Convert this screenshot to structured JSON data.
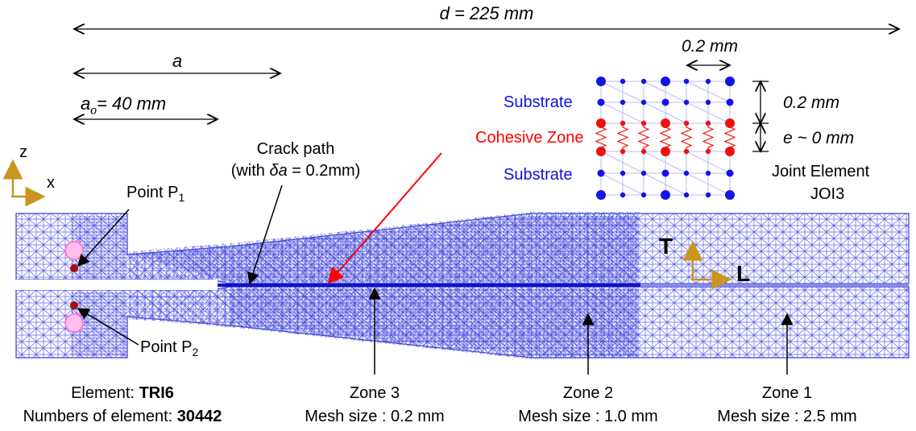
{
  "dims": {
    "d": "d = 225 mm",
    "a": "a",
    "ao_sym": "a",
    "ao_sub": "o",
    "ao_val": "= 40 mm",
    "mesh_w": "0.2 mm",
    "mesh_h": "0.2 mm",
    "e": "e ~ 0 mm"
  },
  "inset": {
    "substrate_top": "Substrate",
    "cohesive": "Cohesive Zone",
    "substrate_bottom": "Substrate",
    "joint_line1": "Joint  Element",
    "joint_line2": "JOI3"
  },
  "axes": {
    "z": "z",
    "x": "x",
    "T": "T",
    "L": "L"
  },
  "labels": {
    "point1": "Point P",
    "point1_sub": "1",
    "point2": "Point P",
    "point2_sub": "2",
    "crack_line1": "Crack path",
    "crack_line2a": "(with ",
    "crack_delta": "δa",
    "crack_line2b": " = 0.2mm)"
  },
  "element_info": {
    "element_label": "Element: ",
    "element_value": "TRI6",
    "number_label": "Numbers of element: ",
    "number_value": "30442"
  },
  "zones": [
    {
      "name": "Zone 3",
      "mesh": "Mesh size : 0.2 mm"
    },
    {
      "name": "Zone 2",
      "mesh": "Mesh size : 1.0 mm"
    },
    {
      "name": "Zone 1",
      "mesh": "Mesh size : 2.5 mm"
    }
  ],
  "colors": {
    "mesh": "#4b50e0",
    "node_blue": "#1414e6",
    "node_red": "#ee1111",
    "axis_gold": "#c8961e",
    "point_dark": "#a01010",
    "point_pink": "#ff7ad0"
  }
}
